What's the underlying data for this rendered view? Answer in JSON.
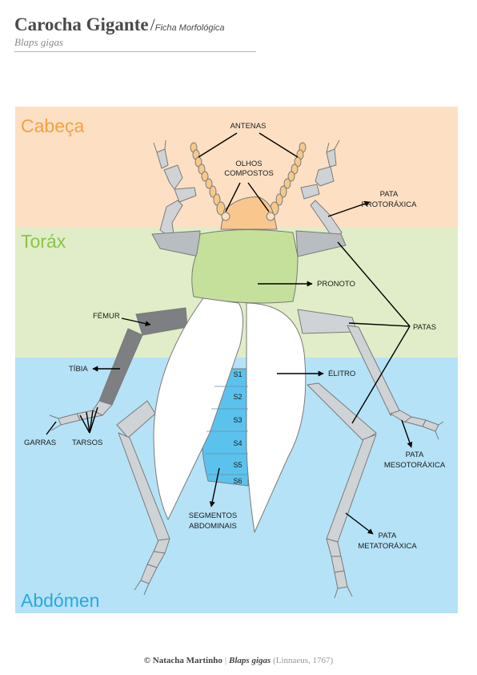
{
  "header": {
    "title": "Carocha Gigante",
    "slash": "/",
    "subtitle": "Ficha Morfológica",
    "scientific_name": "Blaps gigas"
  },
  "regions": {
    "head": "Cabeça",
    "thorax": "Toráx",
    "abdomen": "Abdómen"
  },
  "colors": {
    "head_bg": "#fde0c4",
    "head_text": "#f5a040",
    "thorax_bg": "#e1edc8",
    "thorax_text": "#8bc34a",
    "abdomen_bg": "#b5e2f6",
    "abdomen_text": "#29a9df"
  },
  "labels": {
    "antenas": "ANTENAS",
    "olhos1": "OLHOS",
    "olhos2": "COMPOSTOS",
    "pata_pro1": "PATA",
    "pata_pro2": "PROTORÁXICA",
    "pronoto": "PRONOTO",
    "femur": "FÉMUR",
    "patas": "PATAS",
    "tibia": "TÍBIA",
    "elitro": "ÉLITRO",
    "garras": "GARRAS",
    "tarsos": "TARSOS",
    "pata_meso1": "PATA",
    "pata_meso2": "MESOTORÁXICA",
    "segmentos1": "SEGMENTOS",
    "segmentos2": "ABDOMINAIS",
    "pata_meta1": "PATA",
    "pata_meta2": "METATORÁXICA"
  },
  "segments": [
    "S1",
    "S2",
    "S3",
    "S4",
    "S5",
    "S6"
  ],
  "footer": {
    "copyright": "© Natacha Martinho",
    "separator": "|",
    "species": "Blaps gigas",
    "authority": "(Linnaeus, 1767)"
  }
}
